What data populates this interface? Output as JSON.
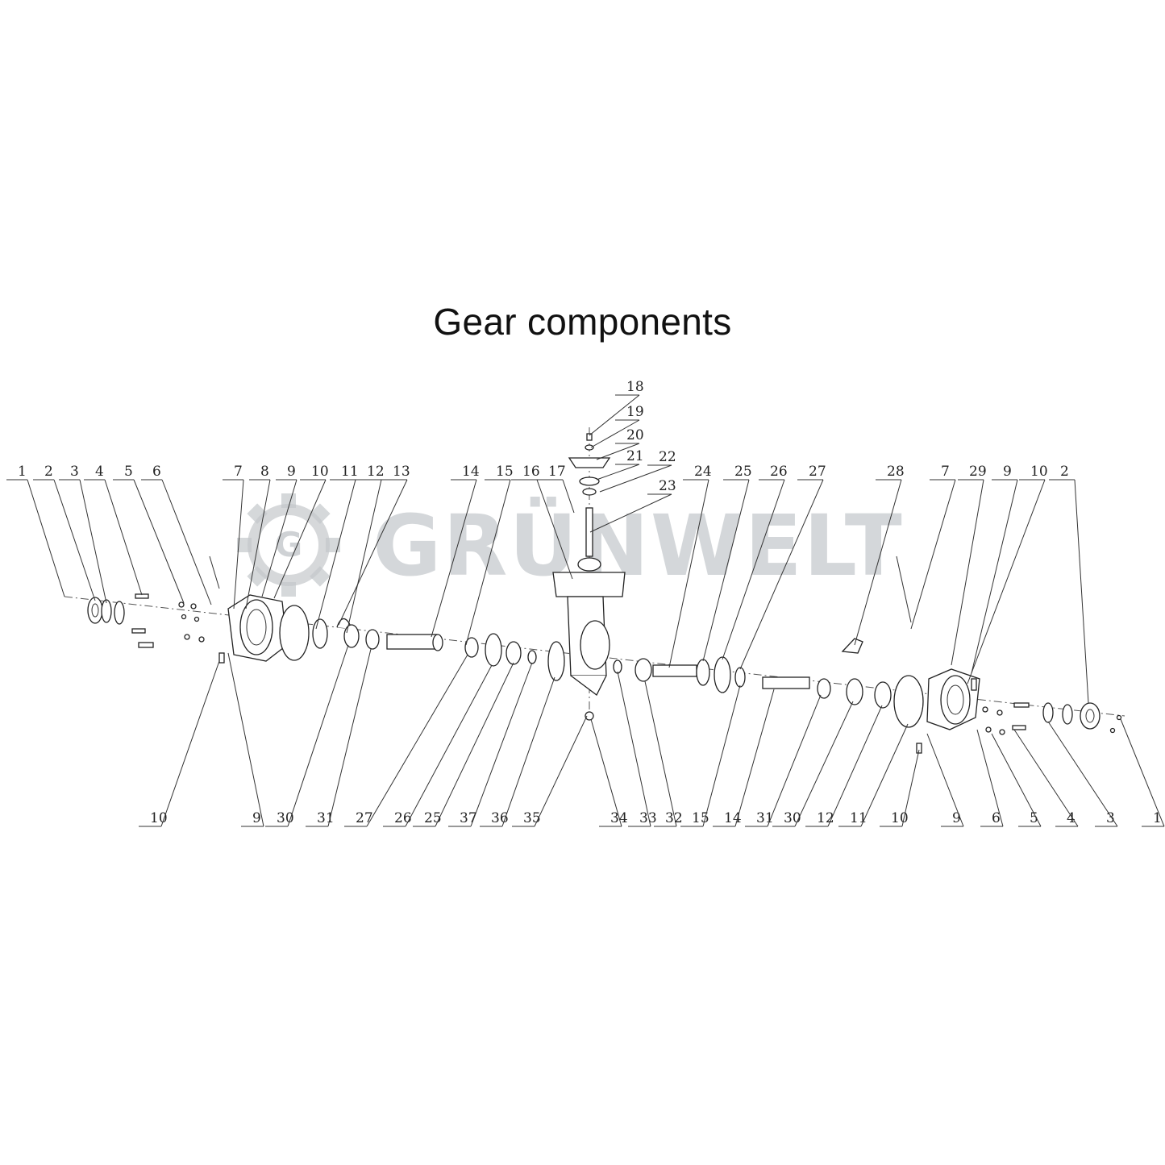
{
  "title": "Gear components",
  "watermark": {
    "logo_text": "GRÜNWELT",
    "letter": "G",
    "color": "#b9bec2"
  },
  "top_callouts": [
    "1",
    "2",
    "3",
    "4",
    "5",
    "6",
    "7",
    "8",
    "9",
    "10",
    "11",
    "12",
    "13",
    "14",
    "15",
    "16",
    "17",
    "24",
    "25",
    "26",
    "27",
    "28",
    "7",
    "29",
    "9",
    "10",
    "2"
  ],
  "stack_callouts": [
    "18",
    "19",
    "20",
    "21",
    "22",
    "23"
  ],
  "bottom_callouts": [
    "10",
    "9",
    "30",
    "31",
    "27",
    "26",
    "25",
    "37",
    "36",
    "35",
    "34",
    "33",
    "32",
    "15",
    "14",
    "31",
    "30",
    "12",
    "11",
    "10",
    "9",
    "6",
    "5",
    "4",
    "3",
    "1"
  ]
}
